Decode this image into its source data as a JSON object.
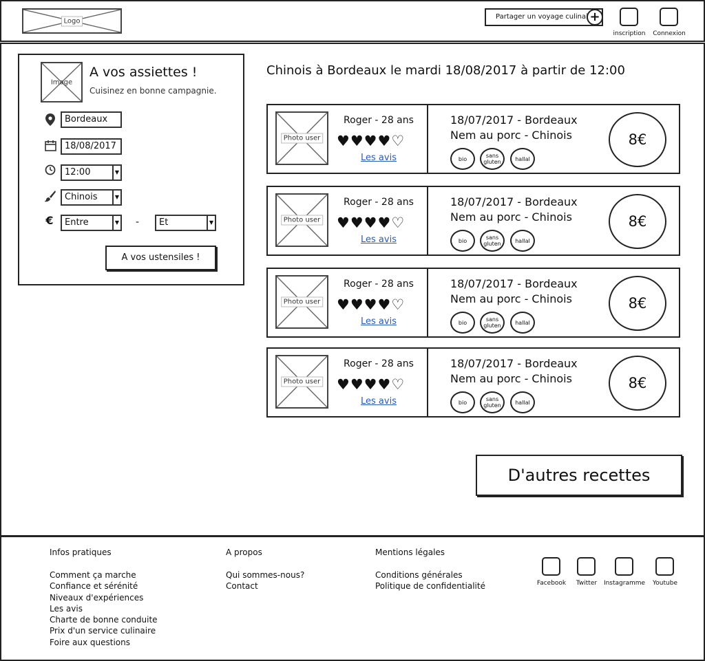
{
  "header": {
    "logo_label": "Logo",
    "share_label": "Partager un voyage culinaire",
    "share_icon": "plus-circle-icon",
    "signup_label": "inscription",
    "login_label": "Connexion"
  },
  "search": {
    "image_label": "Image",
    "title": "A vos assiettes !",
    "subtitle": "Cuisinez en bonne campagnie.",
    "city": "Bordeaux",
    "date": "18/08/2017",
    "time": "12:00",
    "cuisine": "Chinois",
    "price_currency": "€",
    "price_from": "Entre",
    "price_separator": "-",
    "price_to": "Et",
    "submit_label": "A vos ustensiles !"
  },
  "results": {
    "heading": "Chinois à Bordeaux le mardi 18/08/2017 à partir de 12:00",
    "items": [
      {
        "photo_label": "Photo user",
        "user": "Roger - 28 ans",
        "rating": 4,
        "rating_max": 5,
        "reviews_label": "Les avis",
        "date_city": "18/07/2017 - Bordeaux",
        "dish": "Nem au porc - Chinois",
        "tags": [
          "bio",
          "sans gluten",
          "hallal"
        ],
        "price": "8€"
      },
      {
        "photo_label": "Photo user",
        "user": "Roger - 28 ans",
        "rating": 4,
        "rating_max": 5,
        "reviews_label": "Les avis",
        "date_city": "18/07/2017 - Bordeaux",
        "dish": "Nem au porc - Chinois",
        "tags": [
          "bio",
          "sans gluten",
          "hallal"
        ],
        "price": "8€"
      },
      {
        "photo_label": "Photo user",
        "user": "Roger - 28 ans",
        "rating": 4,
        "rating_max": 5,
        "reviews_label": "Les avis",
        "date_city": "18/07/2017 - Bordeaux",
        "dish": "Nem au porc - Chinois",
        "tags": [
          "bio",
          "sans gluten",
          "hallal"
        ],
        "price": "8€"
      },
      {
        "photo_label": "Photo user",
        "user": "Roger - 28 ans",
        "rating": 4,
        "rating_max": 5,
        "reviews_label": "Les avis",
        "date_city": "18/07/2017 - Bordeaux",
        "dish": "Nem au porc - Chinois",
        "tags": [
          "bio",
          "sans gluten",
          "hallal"
        ],
        "price": "8€"
      }
    ],
    "more_label": "D'autres recettes"
  },
  "footer": {
    "col1_title": "Infos pratiques",
    "col1_links": [
      "Comment ça marche",
      "Confiance et sérénité",
      "Niveaux d'expériences",
      "Les avis",
      "Charte de bonne conduite",
      "Prix d'un service culinaire",
      "Foire aux questions"
    ],
    "col2_title": "A propos",
    "col2_links": [
      "Qui sommes-nous?",
      "Contact"
    ],
    "col3_title": "Mentions légales",
    "col3_links": [
      "Conditions générales",
      "Politique de confidentialité"
    ],
    "social": [
      "Facebook",
      "Twitter",
      "Instagramme",
      "Youtube"
    ]
  }
}
